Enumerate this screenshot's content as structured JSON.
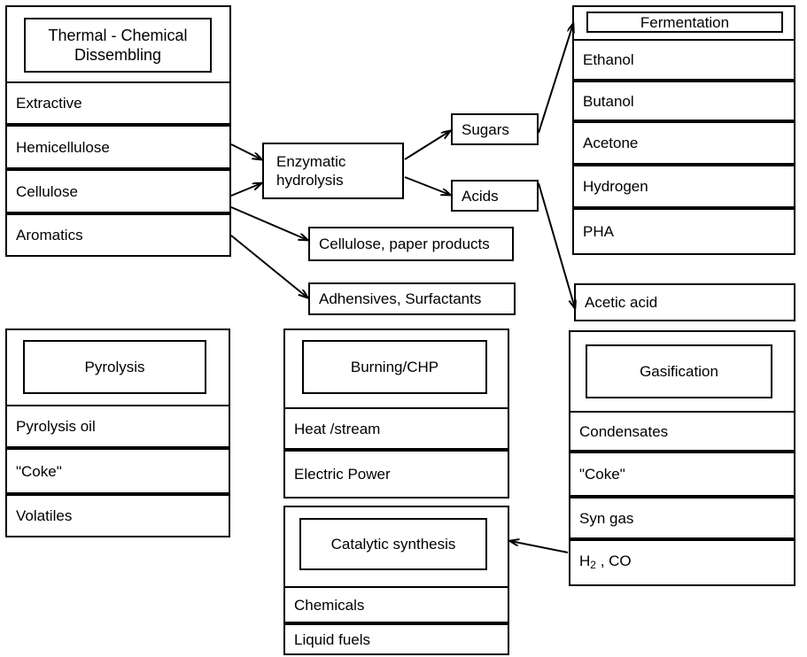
{
  "diagram": {
    "title_hidden": "",
    "colors": {
      "stroke": "#000000",
      "background": "#ffffff"
    }
  },
  "thermal_chemical": {
    "header": "Thermal - Chemical Dissembling",
    "header_line1": "Thermal - Chemical",
    "header_line2": "Dissembling",
    "rows": [
      {
        "label": "Extractive"
      },
      {
        "label": "Hemicellulose"
      },
      {
        "label": "Cellulose"
      },
      {
        "label": "Aromatics"
      }
    ]
  },
  "process": {
    "enzymatic_hydrolysis_line1": "Enzymatic",
    "enzymatic_hydrolysis_line2": "hydrolysis",
    "enzymatic_hydrolysis": "Enzymatic hydrolysis"
  },
  "intermediates": [
    {
      "label": "Sugars"
    },
    {
      "label": "Acids"
    }
  ],
  "direct_products": [
    {
      "label": "Cellulose, paper products"
    },
    {
      "label": "Adhensives, Surfactants"
    }
  ],
  "fermentation": {
    "header": "Fermentation",
    "rows": [
      {
        "label": "Ethanol"
      },
      {
        "label": "Butanol"
      },
      {
        "label": "Acetone"
      },
      {
        "label": "Hydrogen"
      },
      {
        "label": "PHA"
      }
    ]
  },
  "acetic_acid": {
    "label": "Acetic acid"
  },
  "pyrolysis": {
    "header": "Pyrolysis",
    "rows": [
      {
        "label": "Pyrolysis oil"
      },
      {
        "label": "\"Coke\""
      },
      {
        "label": "Volatiles"
      }
    ]
  },
  "burning_chp": {
    "header": "Burning/CHP",
    "rows": [
      {
        "label": "Heat /stream"
      },
      {
        "label": "Electric Power"
      }
    ]
  },
  "catalytic_synthesis": {
    "header": "Catalytic synthesis",
    "rows": [
      {
        "label": "Chemicals"
      },
      {
        "label": "Liquid fuels"
      }
    ]
  },
  "gasification": {
    "header": "Gasification",
    "rows": [
      {
        "label": "Condensates"
      },
      {
        "label": "\"Coke\""
      },
      {
        "label": "Syn gas"
      },
      {
        "label": "H2 , CO",
        "formula": true,
        "pre": "H",
        "sub": "2",
        "post": " , CO"
      }
    ]
  }
}
